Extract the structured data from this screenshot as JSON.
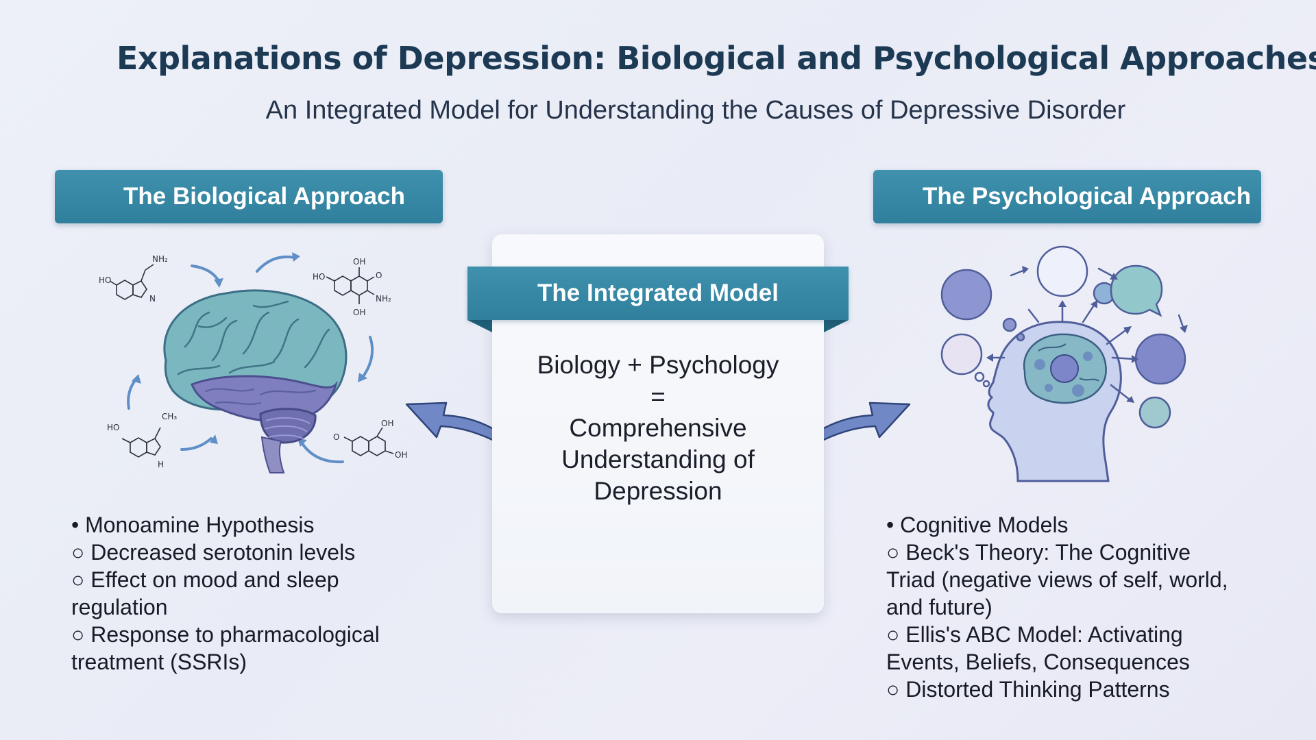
{
  "header": {
    "title": "Explanations of Depression: Biological and Psychological Approaches",
    "subtitle": "An Integrated Model for Understanding the Causes of Depressive Disorder"
  },
  "biological": {
    "heading": "The Biological Approach",
    "bullets": [
      "• Monoamine Hypothesis",
      "○ Decreased serotonin levels",
      "○ Effect on mood and sleep regulation",
      "○ Response to pharmacological treatment (SSRIs)"
    ],
    "molecule_labels": {
      "nh2": "NH₂",
      "ho": "HO",
      "oh": "OH",
      "o": "O",
      "n": "N",
      "h": "H",
      "ch3": "CH₃"
    }
  },
  "integrated": {
    "heading": "The Integrated Model",
    "equation": [
      "Biology + Psychology",
      "=",
      "Comprehensive",
      "Understanding of",
      "Depression"
    ]
  },
  "psychological": {
    "heading": "The Psychological Approach",
    "bullets": [
      "• Cognitive Models",
      "○ Beck's Theory: The Cognitive Triad (negative views of self, world, and future)",
      "○ Ellis's ABC Model: Activating Events, Beliefs, Consequences",
      "○ Distorted Thinking Patterns"
    ]
  },
  "colors": {
    "header_teal": "#3389a6",
    "title_navy": "#1d3a55",
    "brain_teal": "#7ab7bf",
    "brain_purple": "#7f7fc0",
    "arrow_blue": "#6f86c4",
    "bubble_purple": "#8e96cf",
    "bubble_teal": "#8cc4c8"
  },
  "icons": [
    "brain-illustration",
    "molecule-icon",
    "head-profile-icon",
    "thought-bubble-icon",
    "curved-arrow-icon"
  ]
}
